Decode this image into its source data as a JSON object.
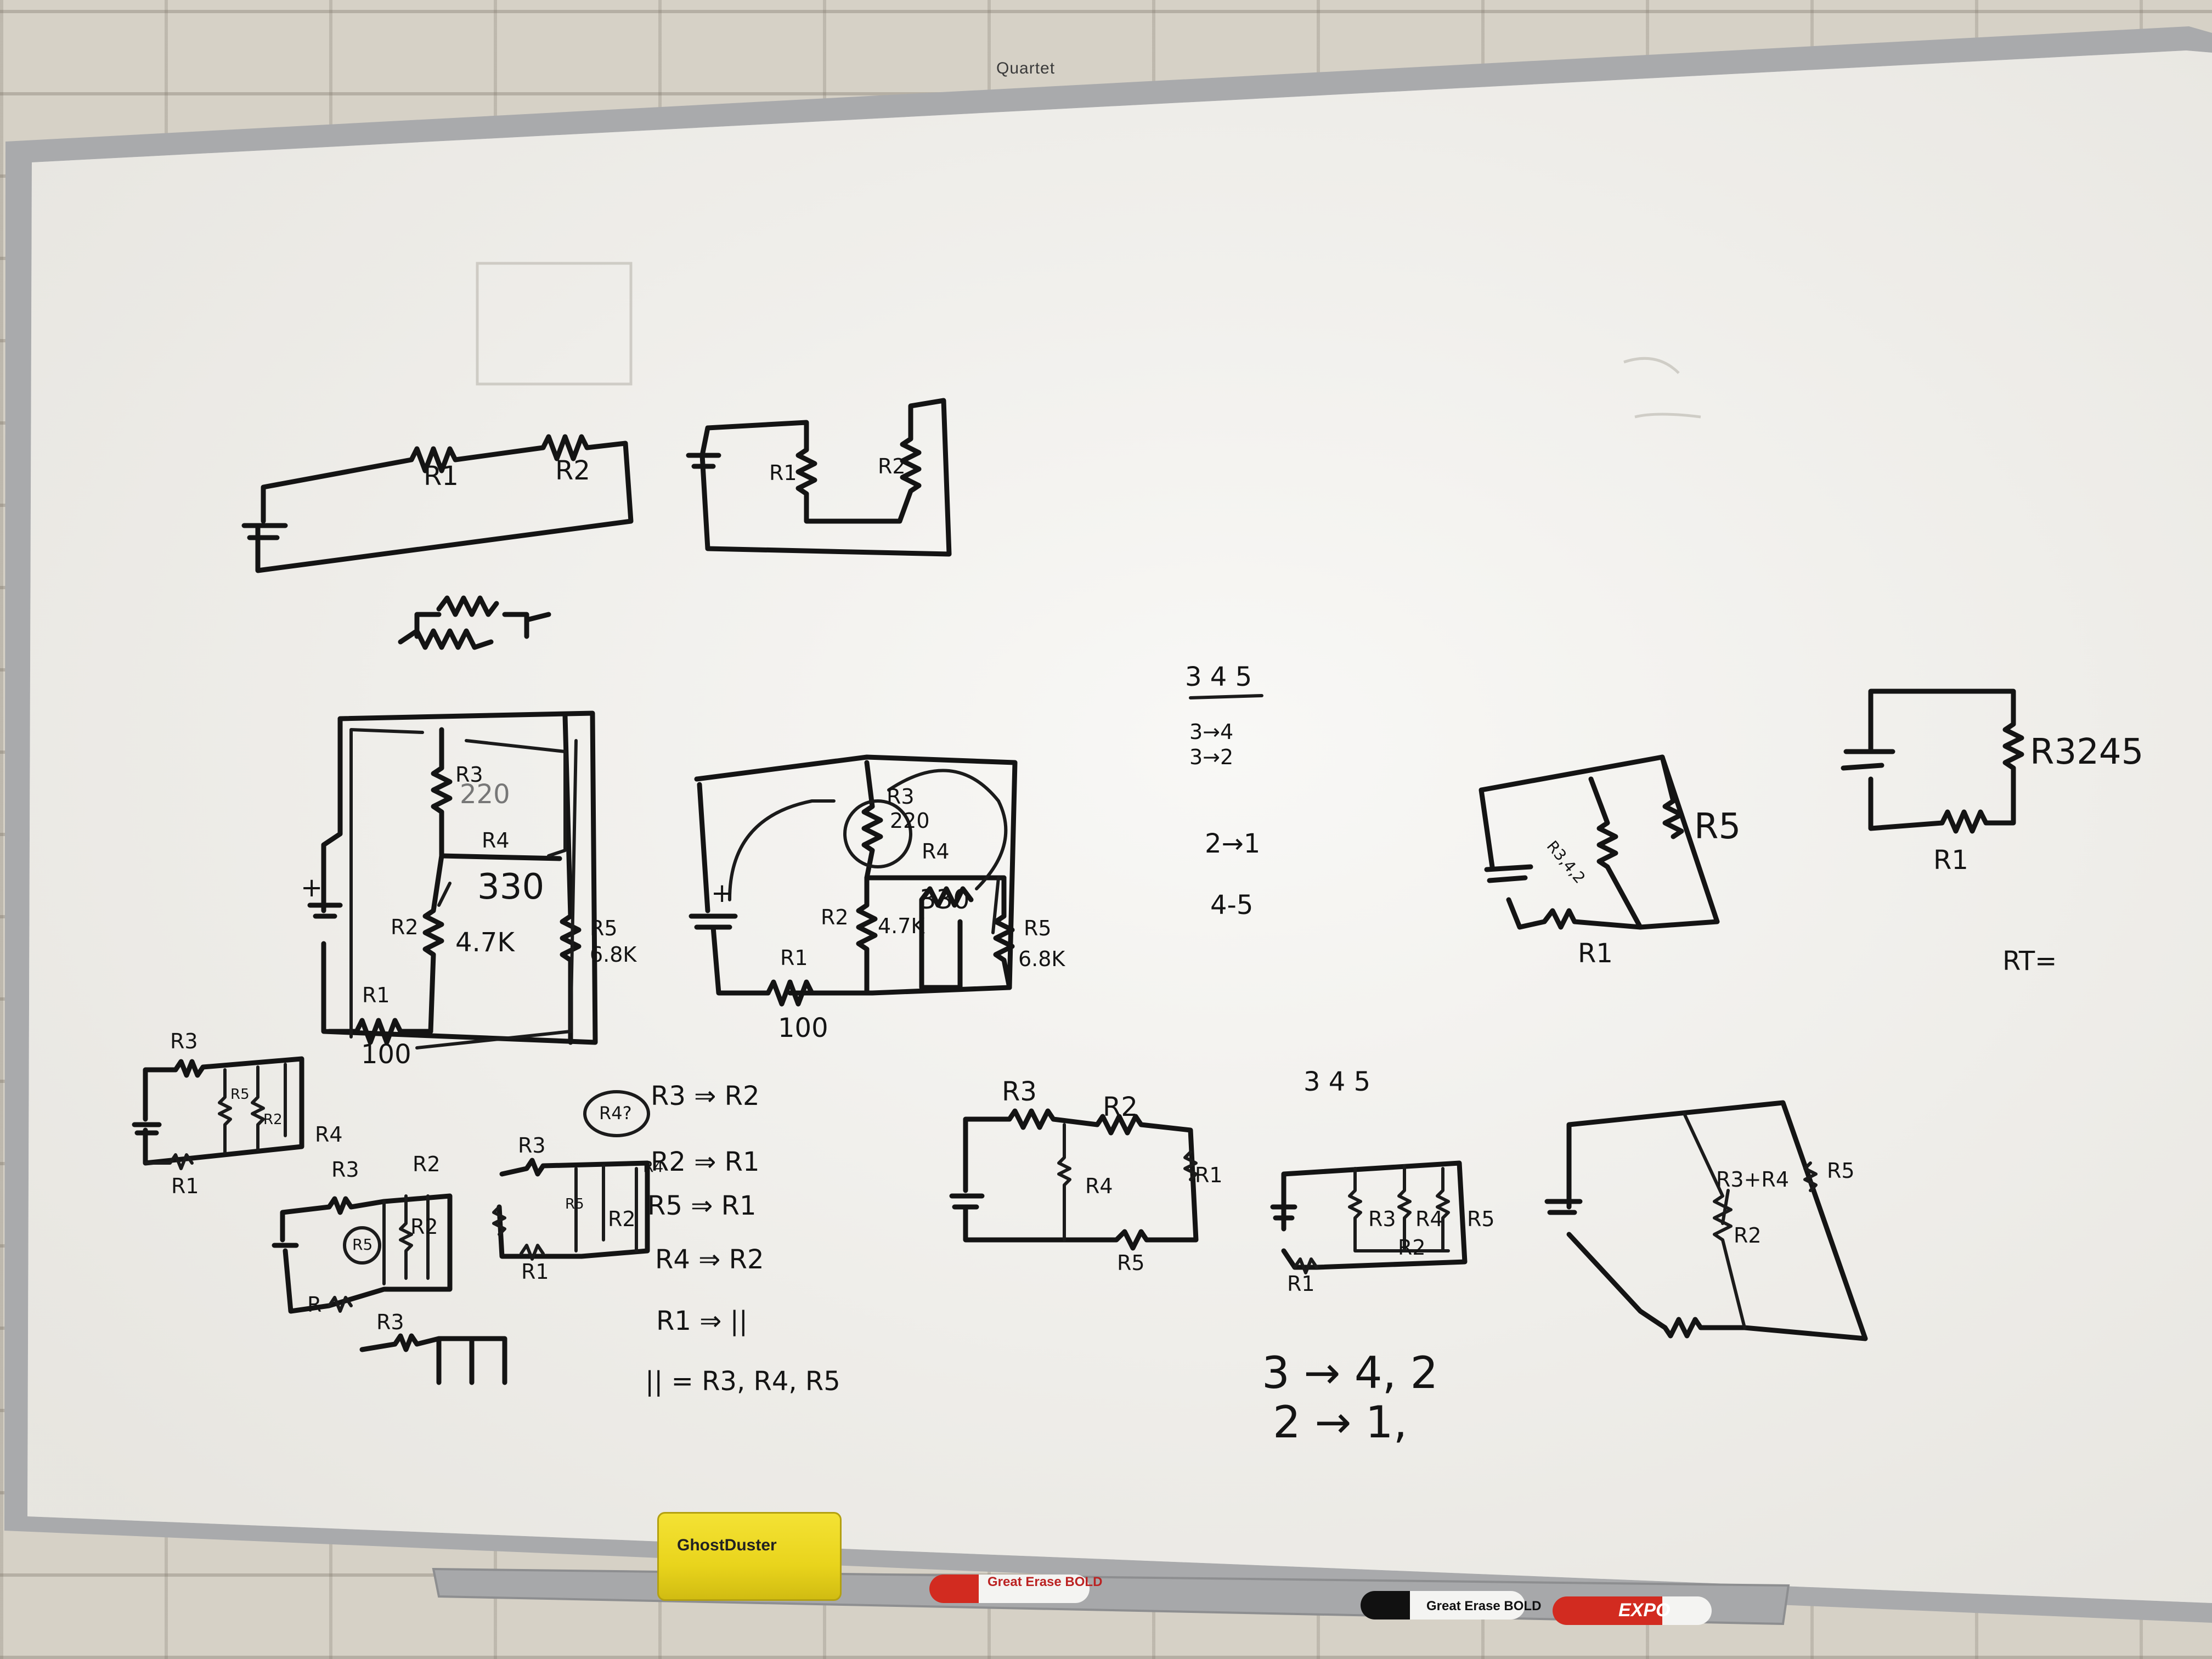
{
  "brand": "Quartet",
  "eraser": {
    "label": "GhostDuster",
    "color": "#f1dd2a"
  },
  "markers": [
    {
      "label": "Great Erase BOLD",
      "cap_color": "#d22b20"
    },
    {
      "label": "Great Erase BOLD",
      "cap_color": "#111111"
    },
    {
      "label": "EXPO",
      "cap_color": "#d22b20"
    }
  ],
  "circuit_series": {
    "r1": "R1",
    "r2": "R2"
  },
  "circuit_top_mid": {
    "r1": "R1",
    "r2": "R2"
  },
  "circuit_main_left": {
    "r3": "R3",
    "r3_val": "220",
    "r4": "R4",
    "r4_val": "330",
    "r2": "R2",
    "r2_val": "4.7K",
    "r5": "R5",
    "r5_val": "6.8K",
    "r1": "R1",
    "r1_val": "100",
    "plus": "+"
  },
  "circuit_main_mid": {
    "r3": "R3",
    "r3_val": "220",
    "r4": "R4",
    "r4_val": "330",
    "r2": "R2",
    "r2_val": "4.7K",
    "r5": "R5",
    "r5_val": "6.8K",
    "r1": "R1",
    "r1_val": "100",
    "plus": "+"
  },
  "notes_top": {
    "head": "3 4 5",
    "l1": "3→4",
    "l2": "3→2",
    "l3": "2→1",
    "l4": "4-5"
  },
  "circuit_right_mid": {
    "r345": "R3,4,2",
    "r5": "R5",
    "r1": "R1"
  },
  "circuit_right_far": {
    "r": "R3245",
    "r1": "R1",
    "rt": "RT="
  },
  "small_circuits": {
    "a": {
      "r3": "R3",
      "r5": "R5",
      "r2": "R2",
      "r4": "R4",
      "r1": "R1"
    },
    "b": {
      "r3": "R3",
      "r2": "R2",
      "r5": "R5",
      "r2b": "R2",
      "r": "R"
    },
    "c": {
      "r3": "R3",
      "r4": "R4",
      "r5": "R5",
      "r2": "R2",
      "r1": "R1"
    },
    "d": {
      "r3": "R3"
    }
  },
  "steps": {
    "circle": "R4?",
    "s1": "R3 ⇒ R2",
    "s2": "R2 ⇒ R1",
    "s3": "R5 ⇒ R1",
    "s4": "R4 ⇒ R2",
    "s5": "R1 ⇒ ||",
    "s6": "|| = R3, R4, R5"
  },
  "circuit_bottom_mid": {
    "r3": "R3",
    "r2": "R2",
    "r4": "R4",
    "r1": "R1",
    "r5": "R5"
  },
  "notes_bottom": {
    "head": "3 4 5",
    "l1": "3 → 4, 2",
    "l2": "2 → 1,"
  },
  "circuit_bottom_right1": {
    "r3": "R3",
    "r4": "R4",
    "r5": "R5",
    "r2": "R2",
    "r1": "R1"
  },
  "circuit_bottom_right2": {
    "r34": "R3+R4",
    "r2": "R2",
    "r5": "R5"
  }
}
